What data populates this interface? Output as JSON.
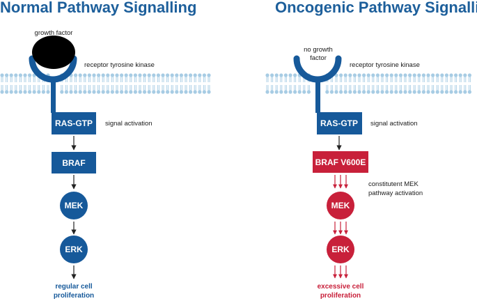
{
  "colors": {
    "normal": "#16599a",
    "oncogenic": "#c8203a",
    "membrane": "#a7cce4",
    "arrow": "#222222",
    "ligand": "#000000"
  },
  "normal": {
    "title": "Normal Pathway Signalling",
    "ligand_label": "growth factor",
    "receptor_label": "receptor tyrosine kinase",
    "activation_label": "signal activation",
    "ras": "RAS-GTP",
    "braf": "BRAF",
    "mek": "MEK",
    "erk": "ERK",
    "outcome_line1": "regular cell",
    "outcome_line2": "proliferation"
  },
  "oncogenic": {
    "title": "Oncogenic Pathway Signalling",
    "ligand_line1": "no growth",
    "ligand_line2": "factor",
    "receptor_label": "receptor tyrosine kinase",
    "activation_label": "signal activation",
    "ras": "RAS-GTP",
    "braf": "BRAF V600E",
    "constitutive_line1": "constitutent MEK",
    "constitutive_line2": "pathway activation",
    "mek": "MEK",
    "erk": "ERK",
    "outcome_line1": "excessive cell",
    "outcome_line2": "proliferation"
  }
}
